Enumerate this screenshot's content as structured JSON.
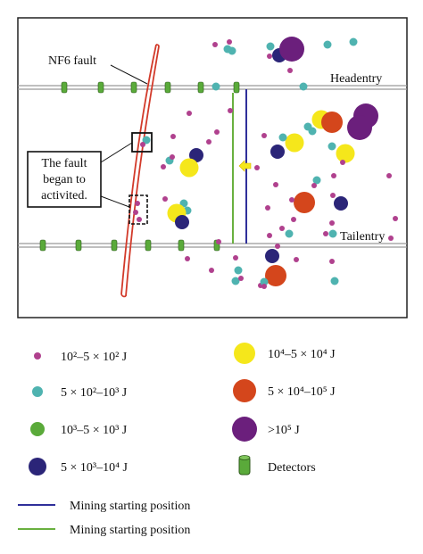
{
  "diagram": {
    "fault_label": "NF6 fault",
    "headentry_label": "Headentry",
    "tailentry_label": "Tailentry",
    "callout_lines": [
      "The fault",
      "began to",
      "activited."
    ]
  },
  "legend": {
    "items": [
      {
        "key": "e1",
        "label": "10²–5 × 10² J",
        "color": "#b0418e"
      },
      {
        "key": "e2",
        "label": "5 × 10²–10³ J",
        "color": "#4fb3b0"
      },
      {
        "key": "e3",
        "label": "10³–5 × 10³ J",
        "color": "#5aaa3a"
      },
      {
        "key": "e4",
        "label": "5 × 10³–10⁴ J",
        "color": "#2b2578"
      },
      {
        "key": "e5",
        "label": "10⁴–5 × 10⁴ J",
        "color": "#f5e71b"
      },
      {
        "key": "e6",
        "label": "5 × 10⁴–10⁵ J",
        "color": "#d4461c"
      },
      {
        "key": "e7",
        "label": ">10⁵ J",
        "color": "#6b1f7c"
      },
      {
        "key": "det",
        "label": "Detectors",
        "color": "#5aaa3a",
        "icon": "detector-icon"
      }
    ],
    "lines": [
      {
        "key": "blue",
        "label": "Mining starting position",
        "color": "#2f2f9a"
      },
      {
        "key": "green",
        "label": "Mining starting position",
        "color": "#69b03f"
      }
    ]
  }
}
